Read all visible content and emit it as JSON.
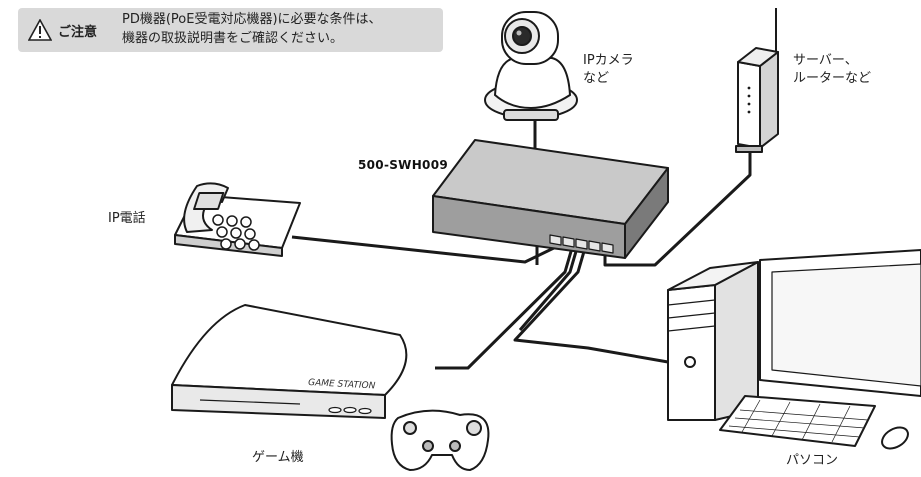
{
  "notice": {
    "heading": "ご注意",
    "line1": "PD機器(PoE受電対応機器)に必要な条件は、",
    "line2": "機器の取扱説明書をご確認ください。"
  },
  "switch": {
    "model": "500-SWH009"
  },
  "devices": {
    "ip_camera": {
      "line1": "IPカメラ",
      "line2": "など"
    },
    "server": {
      "line1": "サーバー、",
      "line2": "ルーターなど"
    },
    "ip_phone": {
      "label": "IP電話"
    },
    "game": {
      "label": "ゲーム機",
      "console_text": "GAME STATION"
    },
    "pc": {
      "label": "パソコン"
    }
  }
}
